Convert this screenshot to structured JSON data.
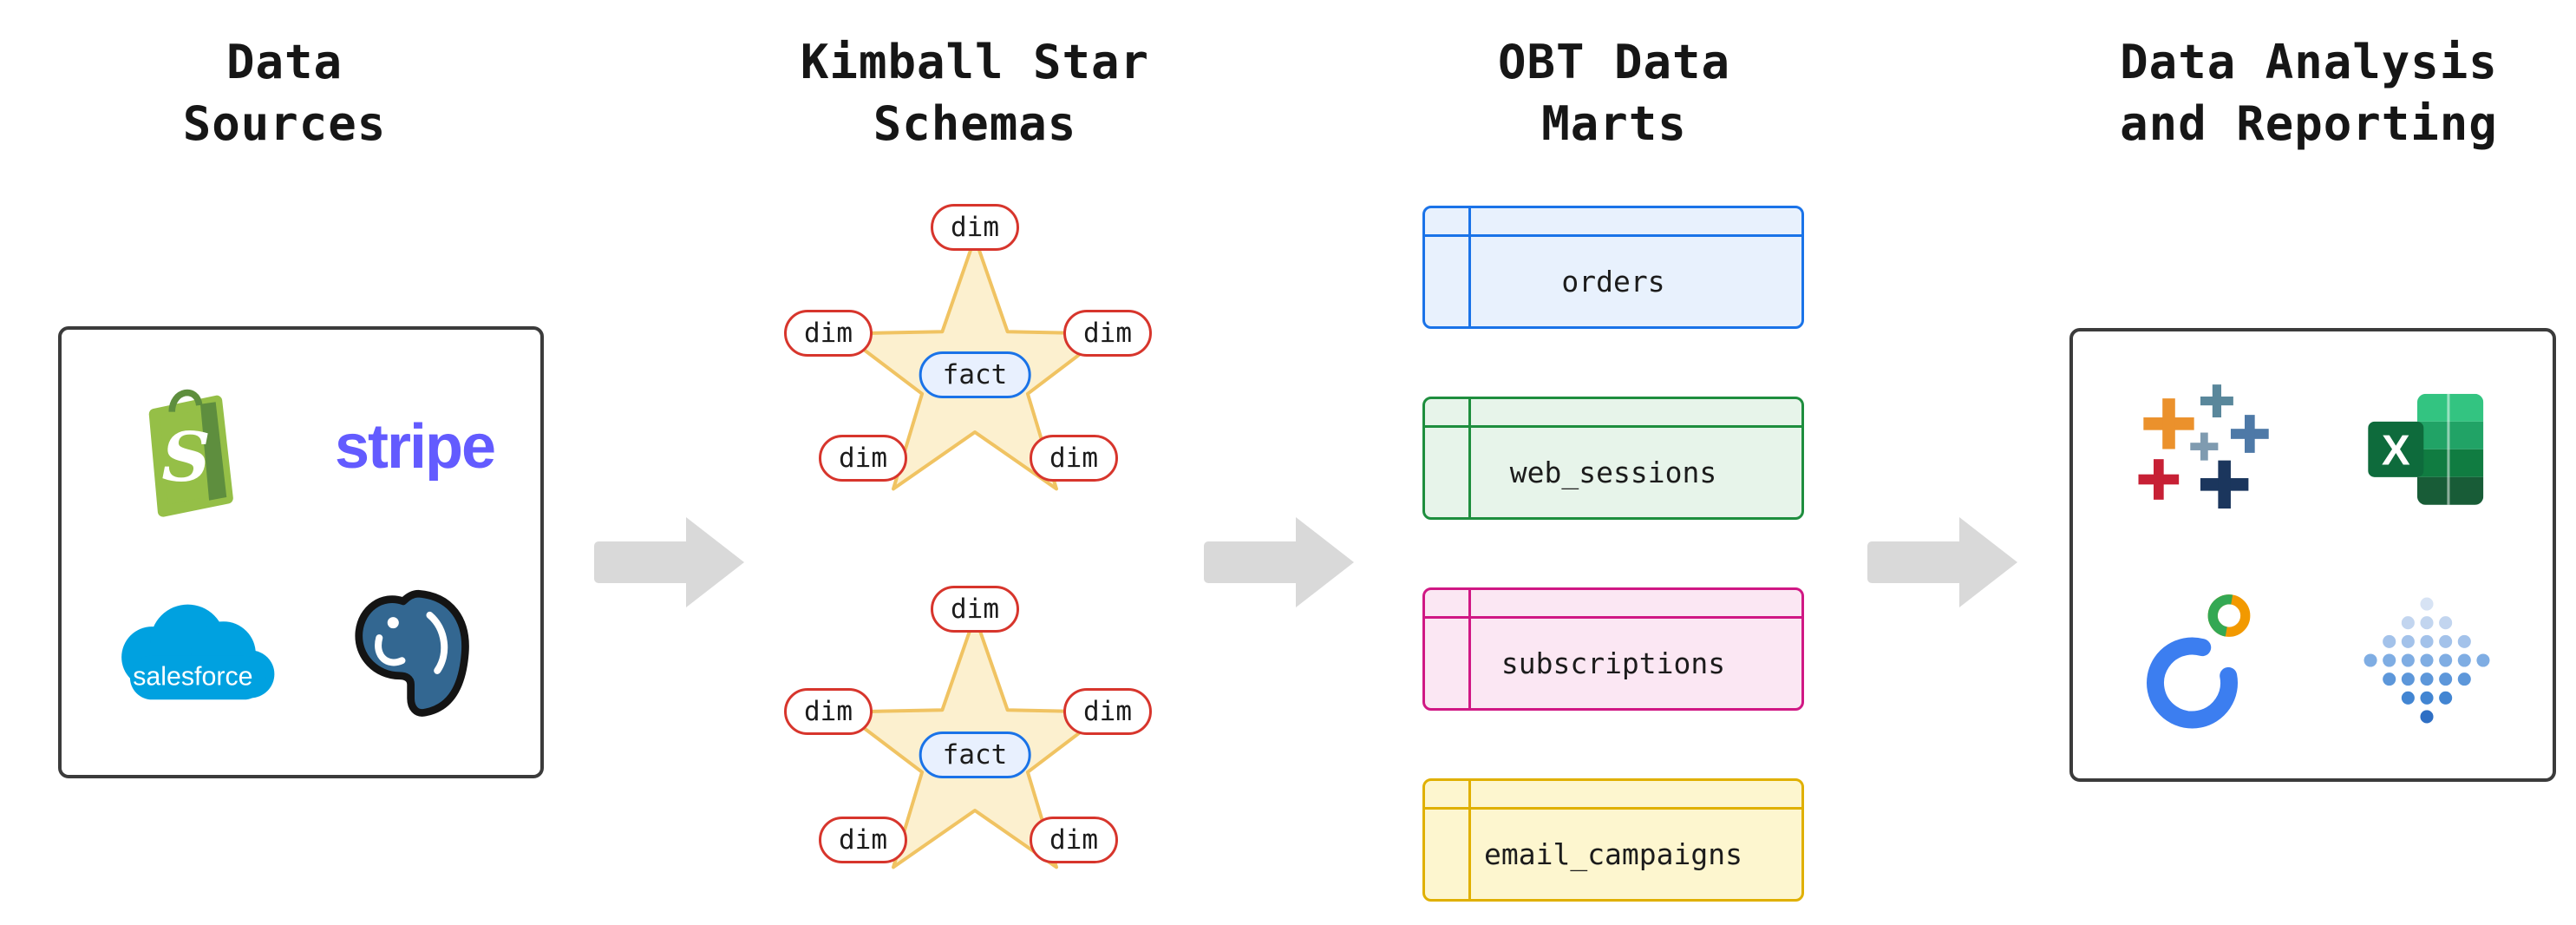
{
  "titles": [
    {
      "text": "Data\nSources"
    },
    {
      "text": "Kimball Star\nSchemas"
    },
    {
      "text": "OBT Data\nMarts"
    },
    {
      "text": "Data Analysis\nand Reporting"
    }
  ],
  "sources": {
    "shopify": {
      "letter": "S",
      "bag_color": "#95bf47",
      "shade_color": "#5e8e3e"
    },
    "stripe": {
      "wordmark": "stripe",
      "color": "#635bff"
    },
    "salesforce": {
      "wordmark": "salesforce",
      "cloud_color": "#00a1e0"
    },
    "postgresql": {
      "body_color": "#336791"
    }
  },
  "schemas": {
    "stars": [
      {
        "fact": "fact",
        "dims": [
          "dim",
          "dim",
          "dim",
          "dim",
          "dim"
        ]
      },
      {
        "fact": "fact",
        "dims": [
          "dim",
          "dim",
          "dim",
          "dim",
          "dim"
        ]
      }
    ],
    "dim_border_color": "#d7352c",
    "fact_border_color": "#1a73e8",
    "fact_fill_color": "#e8f0fe",
    "star_fill_color": "#fcf0cd",
    "star_edge_color": "#f0c05a"
  },
  "marts": {
    "tables": [
      {
        "name": "orders",
        "border": "#1a73e8",
        "fill": "#e8f1fd"
      },
      {
        "name": "web_sessions",
        "border": "#1e8e3e",
        "fill": "#e7f4ea"
      },
      {
        "name": "subscriptions",
        "border": "#d01884",
        "fill": "#fbe7f3"
      },
      {
        "name": "email_campaigns",
        "border": "#e0b000",
        "fill": "#fdf6cf"
      }
    ]
  },
  "analysis": {
    "tableau": {
      "colors": [
        "#eb912c",
        "#59879b",
        "#4e79a7",
        "#c72035",
        "#1b365d",
        "#7f9bb0"
      ]
    },
    "excel": {
      "letter": "X",
      "doc_greens": [
        "#33c481",
        "#21a366",
        "#107c41",
        "#185c37"
      ],
      "tile_green": "#0e6b3c"
    },
    "looker": {
      "ring_color": "#3c7ef0",
      "arc_green": "#34a853",
      "arc_orange": "#f29900"
    },
    "dot_grid": {
      "row_colors": [
        "#d7e3f4",
        "#c2d5ef",
        "#a3c2ea",
        "#7fade3",
        "#5d97da",
        "#4285d2",
        "#2f6fc4"
      ]
    }
  },
  "arrow_color": "#d9d9d9",
  "panel_border_color": "#3b3b3b"
}
